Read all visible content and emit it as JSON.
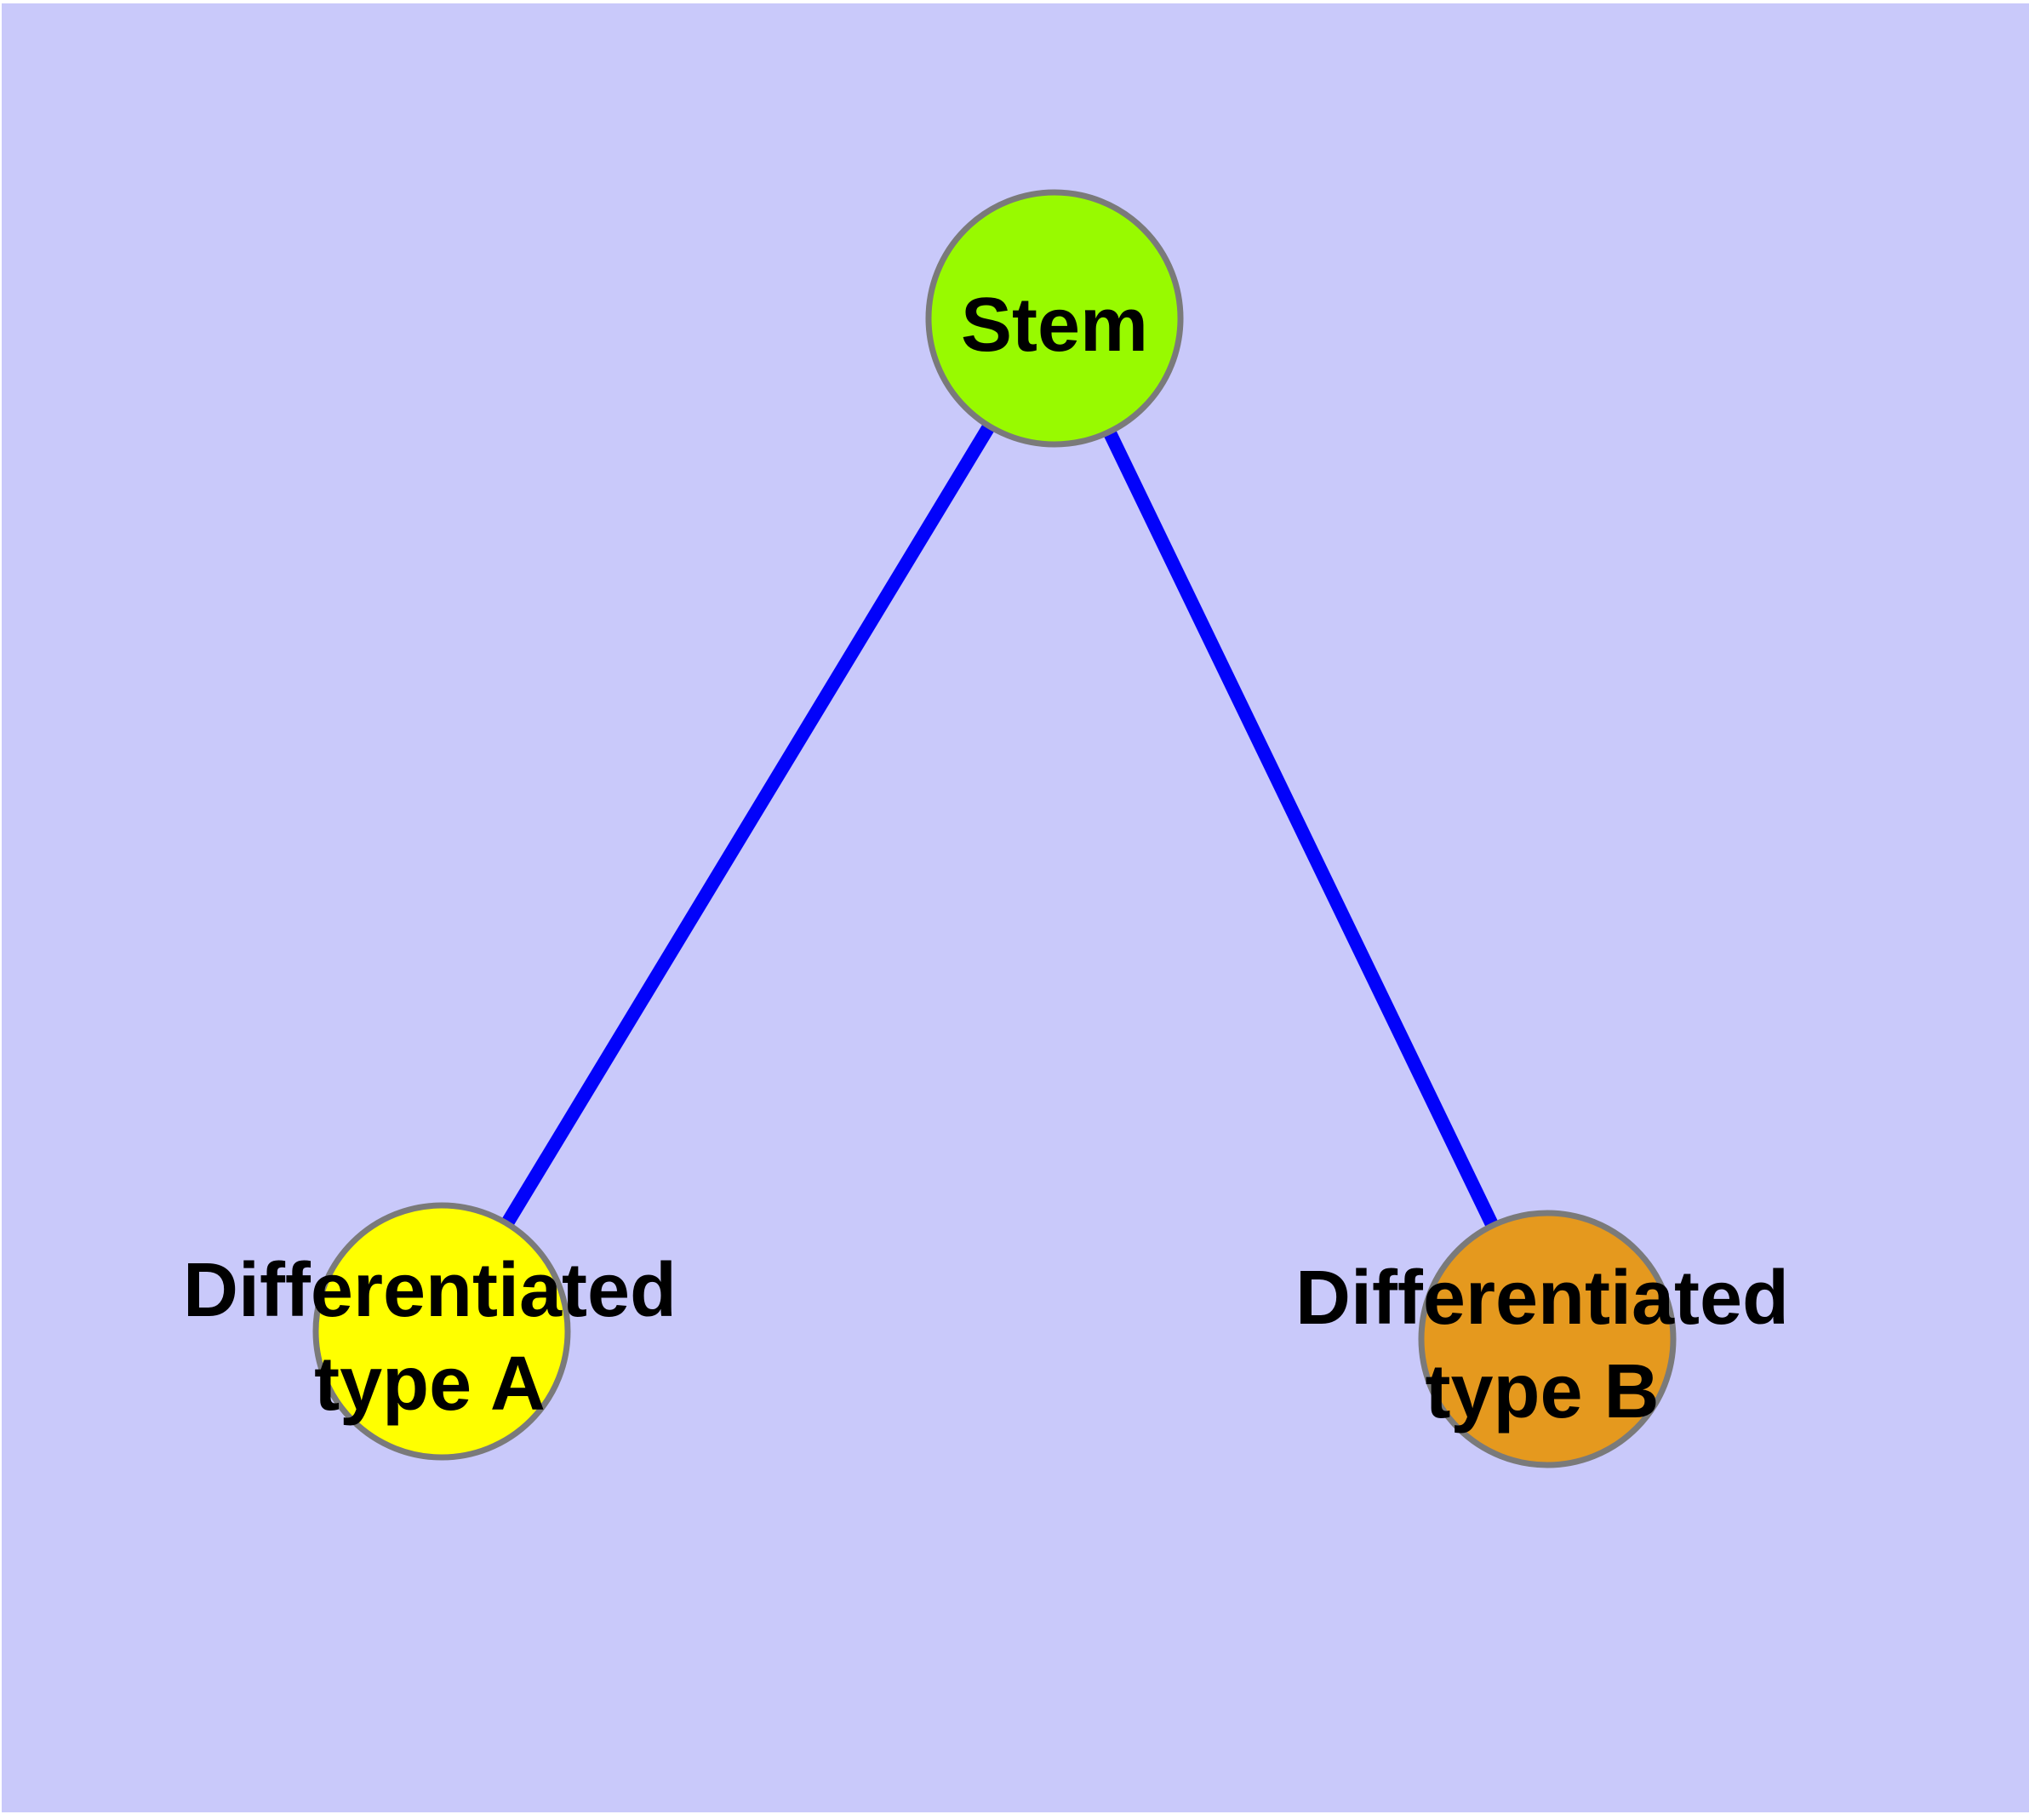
{
  "colors": {
    "page_margin": "#ffffff",
    "background": "#c9c9fa",
    "edge": "#0202fa",
    "node_border": "#7a7a7a",
    "label_text": "#000000"
  },
  "graph": {
    "nodes": [
      {
        "id": "stem",
        "label": "Stem",
        "fill": "#98fa00"
      },
      {
        "id": "differentiated-type-a",
        "label": "Differentiated type A",
        "label_line1": "Differentiated",
        "label_line2": "type A",
        "fill": "#ffff00"
      },
      {
        "id": "differentiated-type-b",
        "label": "Differentiated type B",
        "label_line1": "Differentiated",
        "label_line2": "type B",
        "fill": "#e5991e"
      }
    ],
    "edges": [
      {
        "from": "Stem",
        "to": "Differentiated type A"
      },
      {
        "from": "Stem",
        "to": "Differentiated type B"
      }
    ]
  }
}
